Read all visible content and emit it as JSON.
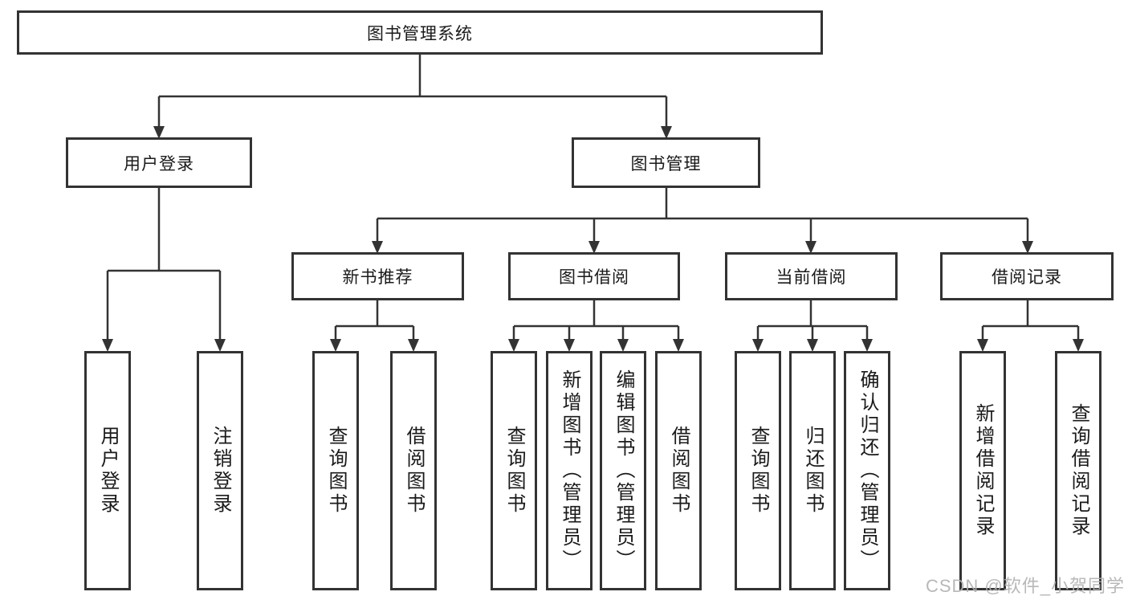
{
  "nodes": {
    "root": "图书管理系统",
    "user_login_branch": "用户登录",
    "book_management_branch": "图书管理",
    "new_book_recommend": "新书推荐",
    "book_borrowing": "图书借阅",
    "current_borrowing": "当前借阅",
    "borrowing_records": "借阅记录",
    "leaf_user_login": "用户登录",
    "leaf_logout": "注销登录",
    "leaf_query_books_recommend": "查询图书",
    "leaf_borrow_books_recommend": "借阅图书",
    "leaf_query_books_borrowing": "查询图书",
    "leaf_add_books_admin": "新增图书（管理员）",
    "leaf_edit_books_admin": "编辑图书（管理员）",
    "leaf_borrow_books_borrowing": "借阅图书",
    "leaf_query_books_current": "查询图书",
    "leaf_return_books": "归还图书",
    "leaf_confirm_return_admin": "确认归还（管理员）",
    "leaf_add_borrow_record": "新增借阅记录",
    "leaf_query_borrow_record": "查询借阅记录"
  },
  "watermark": "CSDN @软件_小贺同学",
  "colors": {
    "line": "#333333",
    "box_border": "#333333",
    "text": "#1a1a1a",
    "background": "#ffffff",
    "watermark": "#b1b1b1"
  }
}
